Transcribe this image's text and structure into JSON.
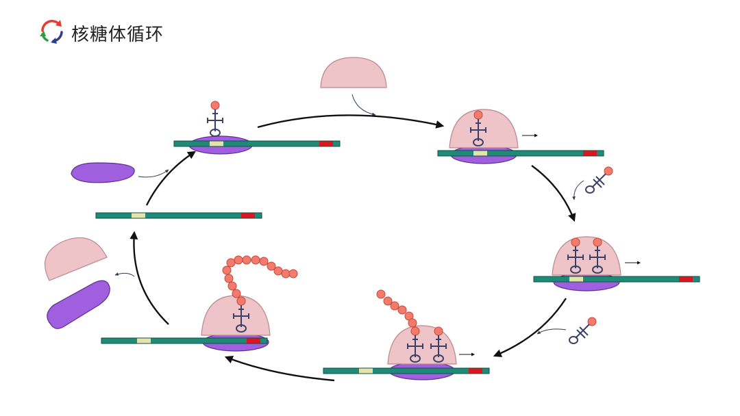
{
  "header": {
    "title": "核糖体循环",
    "icon": "cycle-arrows-icon"
  },
  "colors": {
    "mrna": "#1f8a78",
    "mrna_edge": "#0d4f44",
    "start_codon": "#e6e3a8",
    "stop_codon": "#e0141c",
    "large_subunit": "#eec4c8",
    "small_subunit": "#9f5fde",
    "amino_acid": "#f47b6c",
    "trna": "#3a3f66",
    "arrow": "#111111",
    "icon_red": "#e63c2f",
    "icon_green": "#2e9b3e",
    "icon_blue": "#2c3e8c"
  },
  "cycle": {
    "stages": [
      "initiation",
      "large-subunit-joining",
      "trna-delivery",
      "elongation",
      "termination",
      "subunit-release"
    ]
  }
}
